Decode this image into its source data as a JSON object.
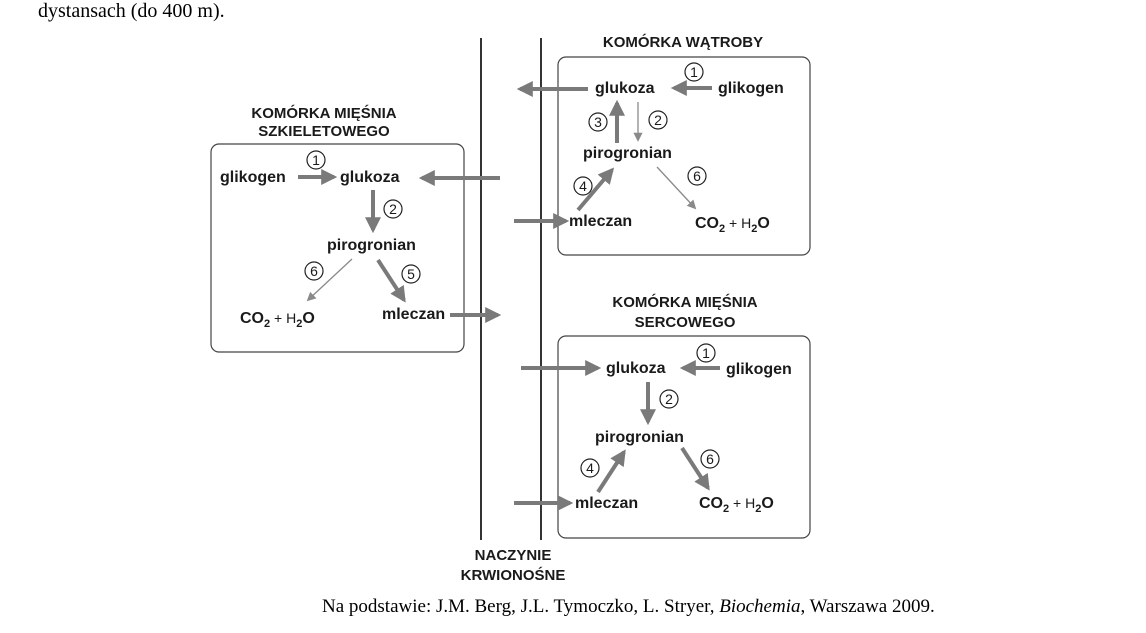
{
  "top_text": "dystansach (do 400 m).",
  "caption": {
    "prefix": "Na podstawie: J.M. Berg, J.L. Tymoczko, L. Stryer, ",
    "title": "Biochemia",
    "suffix": ", Warszawa 2009."
  },
  "vessel": {
    "label_line1": "NACZYNIE",
    "label_line2": "KRWIONOŚNE"
  },
  "skeletal": {
    "title_line1": "KOMÓRKA MIĘŚNIA",
    "title_line2": "SZKIELETOWEGO",
    "glikogen": "glikogen",
    "glukoza": "glukoza",
    "pirogronian": "pirogronian",
    "mleczan": "mleczan",
    "co2_prefix": "CO",
    "co2_sub": "2",
    "plus": " + H",
    "h2o_sub": "2",
    "h2o_suffix": "O",
    "steps": {
      "s1": "1",
      "s2": "2",
      "s5": "5",
      "s6": "6"
    }
  },
  "liver": {
    "title": "KOMÓRKA WĄTROBY",
    "glikogen": "glikogen",
    "glukoza": "glukoza",
    "pirogronian": "pirogronian",
    "mleczan": "mleczan",
    "co2_prefix": "CO",
    "co2_sub": "2",
    "plus": " + H",
    "h2o_sub": "2",
    "h2o_suffix": "O",
    "steps": {
      "s1": "1",
      "s2": "2",
      "s3": "3",
      "s4": "4",
      "s6": "6"
    }
  },
  "heart": {
    "title_line1": "KOMÓRKA MIĘŚNIA",
    "title_line2": "SERCOWEGO",
    "glikogen": "glikogen",
    "glukoza": "glukoza",
    "pirogronian": "pirogronian",
    "mleczan": "mleczan",
    "co2_prefix": "CO",
    "co2_sub": "2",
    "plus": " + H",
    "h2o_sub": "2",
    "h2o_suffix": "O",
    "steps": {
      "s1": "1",
      "s2": "2",
      "s4": "4",
      "s6": "6"
    }
  }
}
